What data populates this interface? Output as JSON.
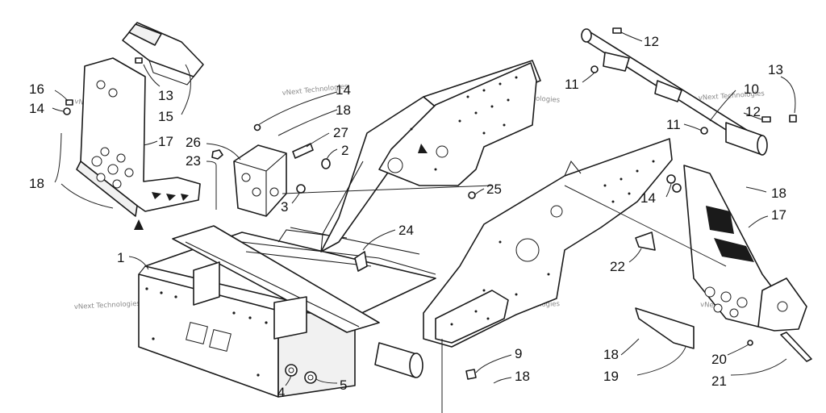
{
  "callouts": [
    {
      "id": "c1",
      "label": "1"
    },
    {
      "id": "c2",
      "label": "2"
    },
    {
      "id": "c3",
      "label": "3"
    },
    {
      "id": "c4",
      "label": "4"
    },
    {
      "id": "c5",
      "label": "5"
    },
    {
      "id": "c9",
      "label": "9"
    },
    {
      "id": "c10",
      "label": "10"
    },
    {
      "id": "c11a",
      "label": "11"
    },
    {
      "id": "c11b",
      "label": "11"
    },
    {
      "id": "c12a",
      "label": "12"
    },
    {
      "id": "c12b",
      "label": "12"
    },
    {
      "id": "c13a",
      "label": "13"
    },
    {
      "id": "c13b",
      "label": "13"
    },
    {
      "id": "c14a",
      "label": "14"
    },
    {
      "id": "c14b",
      "label": "14"
    },
    {
      "id": "c14c",
      "label": "14"
    },
    {
      "id": "c15",
      "label": "15"
    },
    {
      "id": "c16",
      "label": "16"
    },
    {
      "id": "c17a",
      "label": "17"
    },
    {
      "id": "c17b",
      "label": "17"
    },
    {
      "id": "c18a",
      "label": "18"
    },
    {
      "id": "c18b",
      "label": "18"
    },
    {
      "id": "c18c",
      "label": "18"
    },
    {
      "id": "c18d",
      "label": "18"
    },
    {
      "id": "c18e",
      "label": "18"
    },
    {
      "id": "c19",
      "label": "19"
    },
    {
      "id": "c20",
      "label": "20"
    },
    {
      "id": "c21",
      "label": "21"
    },
    {
      "id": "c22",
      "label": "22"
    },
    {
      "id": "c23",
      "label": "23"
    },
    {
      "id": "c24",
      "label": "24"
    },
    {
      "id": "c25",
      "label": "25"
    },
    {
      "id": "c26",
      "label": "26"
    },
    {
      "id": "c27",
      "label": "27"
    }
  ],
  "watermark": "vNext Technologies",
  "colors": {
    "ink": "#1a1a1a",
    "watermark": "#8a8a8a",
    "background": "#ffffff"
  }
}
